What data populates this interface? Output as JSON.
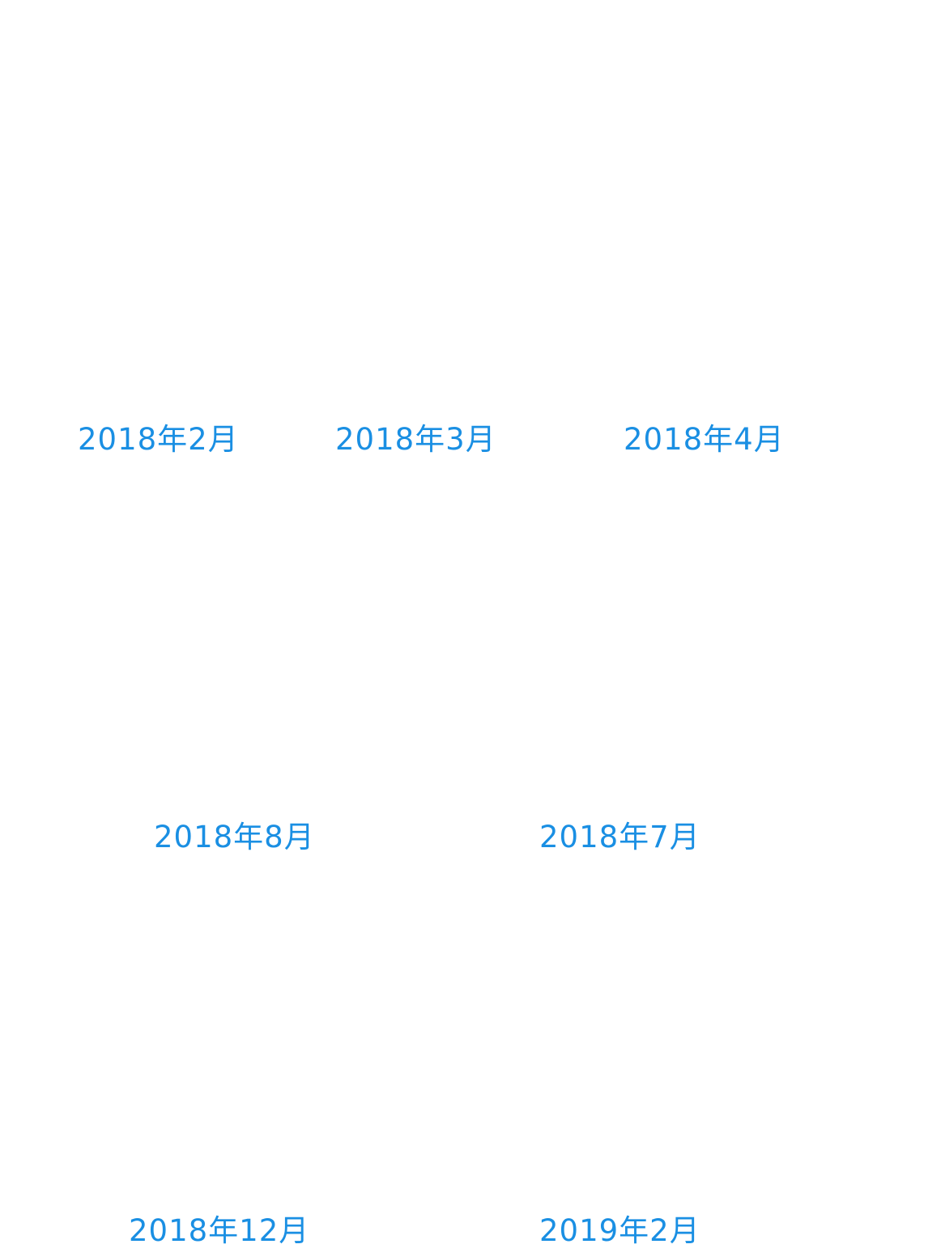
{
  "theme": {
    "background": "#ffffff",
    "link_color": "#1a8fe3"
  },
  "timeline": {
    "dates": [
      "2018年2月",
      "2018年3月",
      "2018年4月",
      "2018年8月",
      "2018年7月",
      "2018年12月",
      "2019年2月"
    ]
  }
}
